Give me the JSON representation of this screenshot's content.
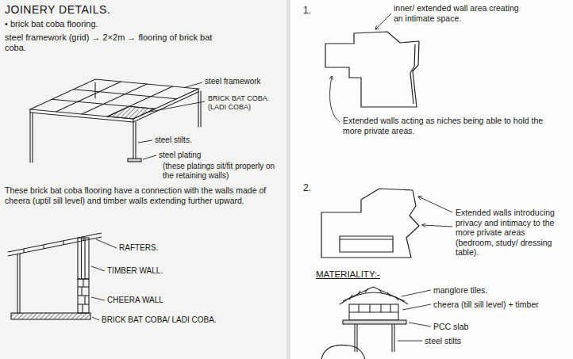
{
  "diagram": {
    "title": "JOINERY DETAILS.",
    "labels": [
      "• brick bat coba flooring.",
      "steel framework (grid) → 2×2m → flooring of brick bat coba.",
      "steel framework",
      "BRICK BAT COBA. (LADI COBA)",
      "steel stilts.",
      "steel plating",
      "(these platings sit/fit properly on the retaining walls)",
      "These brick bat coba flooring have a connection with the walls made of cheera (uptil sill level) and timber walls extending further upward.",
      "RAFTERS.",
      "TIMBER WALL.",
      "CHEERA WALL",
      "BRICK BAT COBA/ LADI COBA.",
      "1.",
      "inner/ extended wall area creating an intimate space.",
      "Extended walls acting as niches being able to hold the more private areas.",
      "2.",
      "Extended walls introducing privacy and intimacy to the more private areas (bedroom, study/ dressing table).",
      "MATERIALITY:-",
      "manglore tiles.",
      "cheera (till sill level) + timber",
      "PCC slab",
      "steel stilts"
    ]
  }
}
